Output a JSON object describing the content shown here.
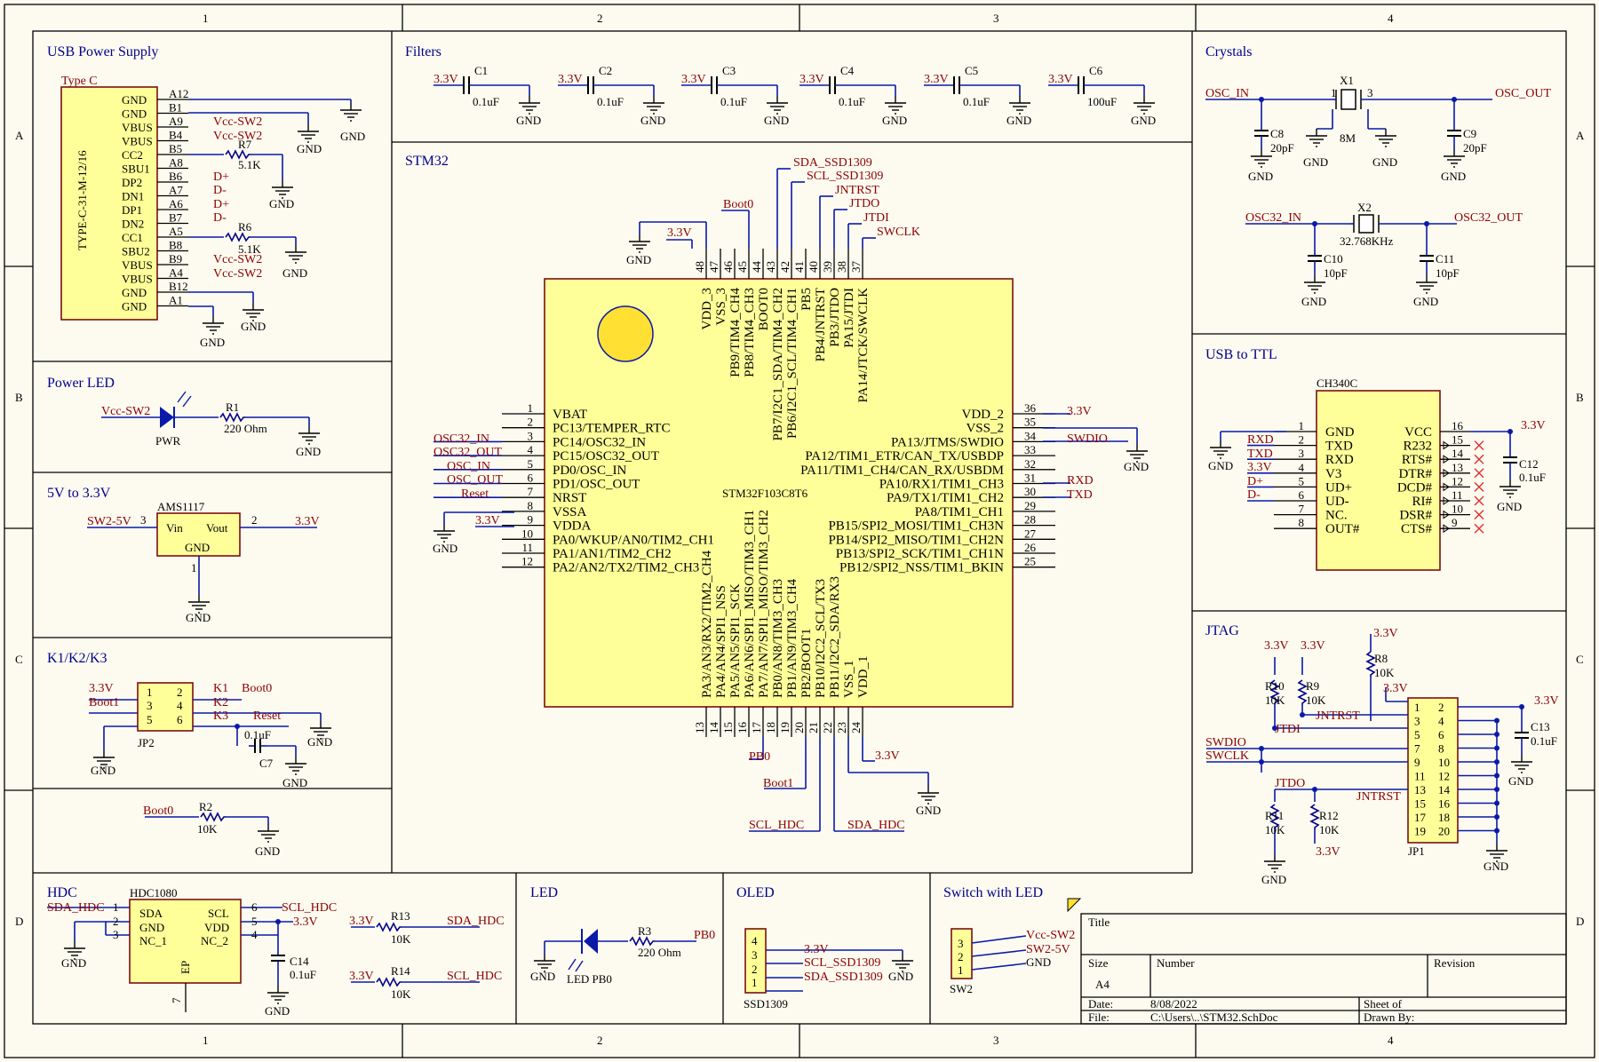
{
  "border": {
    "col_labels": [
      "1",
      "2",
      "3",
      "4"
    ],
    "row_labels": [
      "A",
      "B",
      "C",
      "D"
    ]
  },
  "sections": {
    "usb_power": "USB Power Supply",
    "filters": "Filters",
    "crystals": "Crystals",
    "stm32": "STM32",
    "power_led": "Power LED",
    "regulator": "5V to 3.3V",
    "usb_ttl": "USB to TTL",
    "keys": "K1/K2/K3",
    "jtag": "JTAG",
    "hdc": "HDC",
    "led": "LED",
    "oled": "OLED",
    "switch": "Switch with LED"
  },
  "nets": {
    "v33": "3.3V",
    "gnd": "GND",
    "vcc_sw2": "Vcc-SW2",
    "sw2_5v": "SW2-5V",
    "dp": "D+",
    "dn": "D-",
    "osc_in": "OSC_IN",
    "osc_out": "OSC_OUT",
    "osc32_in": "OSC32_IN",
    "osc32_out": "OSC32_OUT",
    "reset": "Reset",
    "boot0": "Boot0",
    "boot1": "Boot1",
    "sda_ssd": "SDA_SSD1309",
    "scl_ssd": "SCL_SSD1309",
    "jntrst": "JNTRST",
    "jtdo": "JTDO",
    "jtdi": "JTDI",
    "swclk": "SWCLK",
    "swdio": "SWDIO",
    "rxd": "RXD",
    "txd": "TXD",
    "pb0": "PB0",
    "sda_hdc": "SDA_HDC",
    "scl_hdc": "SCL_HDC",
    "k1": "K1",
    "k2": "K2",
    "k3": "K3"
  },
  "usb": {
    "type_label": "Type C",
    "part": "TYPE-C-31-M-12/16",
    "pin_names": [
      "GND",
      "GND",
      "VBUS",
      "VBUS",
      "CC2",
      "SBU1",
      "DP2",
      "DN1",
      "DP1",
      "DN2",
      "CC1",
      "SBU2",
      "VBUS",
      "VBUS",
      "GND",
      "GND"
    ],
    "pin_numbers": [
      "A12",
      "B1",
      "A9",
      "B4",
      "B5",
      "A8",
      "B6",
      "A7",
      "A6",
      "B7",
      "A5",
      "B8",
      "B9",
      "A4",
      "B12",
      "A1"
    ],
    "r7": {
      "ref": "R7",
      "value": "5.1K"
    },
    "r6": {
      "ref": "R6",
      "value": "5.1K"
    }
  },
  "filters": [
    {
      "ref": "C1",
      "value": "0.1uF"
    },
    {
      "ref": "C2",
      "value": "0.1uF"
    },
    {
      "ref": "C3",
      "value": "0.1uF"
    },
    {
      "ref": "C4",
      "value": "0.1uF"
    },
    {
      "ref": "C5",
      "value": "0.1uF"
    },
    {
      "ref": "C6",
      "value": "100uF"
    }
  ],
  "crystals": {
    "x1": {
      "ref": "X1",
      "value": "8M",
      "pin1": "1",
      "pin3": "3"
    },
    "c8": {
      "ref": "C8",
      "value": "20pF"
    },
    "c9": {
      "ref": "C9",
      "value": "20pF"
    },
    "x2": {
      "ref": "X2",
      "value": "32.768KHz"
    },
    "c10": {
      "ref": "C10",
      "value": "10pF"
    },
    "c11": {
      "ref": "C11",
      "value": "10pF"
    }
  },
  "mcu": {
    "part": "STM32F103C8T6",
    "left_pins": [
      {
        "num": "1",
        "name": "VBAT"
      },
      {
        "num": "2",
        "name": "PC13/TEMPER_RTC"
      },
      {
        "num": "3",
        "name": "PC14/OSC32_IN"
      },
      {
        "num": "4",
        "name": "PC15/OSC32_OUT"
      },
      {
        "num": "5",
        "name": "PD0/OSC_IN"
      },
      {
        "num": "6",
        "name": "PD1/OSC_OUT"
      },
      {
        "num": "7",
        "name": "NRST"
      },
      {
        "num": "8",
        "name": "VSSA"
      },
      {
        "num": "9",
        "name": "VDDA"
      },
      {
        "num": "10",
        "name": "PA0/WKUP/AN0/TIM2_CH1"
      },
      {
        "num": "11",
        "name": "PA1/AN1/TIM2_CH2"
      },
      {
        "num": "12",
        "name": "PA2/AN2/TX2/TIM2_CH3"
      }
    ],
    "right_pins": [
      {
        "num": "36",
        "name": "VDD_2"
      },
      {
        "num": "35",
        "name": "VSS_2"
      },
      {
        "num": "34",
        "name": "PA13/JTMS/SWDIO"
      },
      {
        "num": "33",
        "name": "PA12/TIM1_ETR/CAN_TX/USBDP"
      },
      {
        "num": "32",
        "name": "PA11/TIM1_CH4/CAN_RX/USBDM"
      },
      {
        "num": "31",
        "name": "PA10/RX1/TIM1_CH3"
      },
      {
        "num": "30",
        "name": "PA9/TX1/TIM1_CH2"
      },
      {
        "num": "29",
        "name": "PA8/TIM1_CH1"
      },
      {
        "num": "28",
        "name": "PB15/SPI2_MOSI/TIM1_CH3N"
      },
      {
        "num": "27",
        "name": "PB14/SPI2_MISO/TIM1_CH2N"
      },
      {
        "num": "26",
        "name": "PB13/SPI2_SCK/TIM1_CH1N"
      },
      {
        "num": "25",
        "name": "PB12/SPI2_NSS/TIM1_BKIN"
      }
    ],
    "top_pins": [
      {
        "num": "48",
        "name": "VDD_3"
      },
      {
        "num": "47",
        "name": "VSS_3"
      },
      {
        "num": "46",
        "name": "PB9/TIM4_CH4"
      },
      {
        "num": "45",
        "name": "PB8/TIM4_CH3"
      },
      {
        "num": "44",
        "name": "BOOT0"
      },
      {
        "num": "43",
        "name": "PB7/I2C1_SDA/TIM4_CH2"
      },
      {
        "num": "42",
        "name": "PB6/I2C1_SCL/TIM4_CH1"
      },
      {
        "num": "41",
        "name": "PB5"
      },
      {
        "num": "40",
        "name": "PB4/JNTRST"
      },
      {
        "num": "39",
        "name": "PB3/JTDO"
      },
      {
        "num": "38",
        "name": "PA15/JTDI"
      },
      {
        "num": "37",
        "name": "PA14/JTCK/SWCLK"
      }
    ],
    "bottom_pins": [
      {
        "num": "13",
        "name": "PA3/AN3/RX2/TIM2_CH4"
      },
      {
        "num": "14",
        "name": "PA4/AN4/SPI1_NSS"
      },
      {
        "num": "15",
        "name": "PA5/AN5/SPI1_SCK"
      },
      {
        "num": "16",
        "name": "PA6/AN6/SPI1_MISO/TIM3_CH1"
      },
      {
        "num": "17",
        "name": "PA7/AN7/SPI1_MISO/TIM3_CH2"
      },
      {
        "num": "18",
        "name": "PB0/AN8/TIM3_CH3"
      },
      {
        "num": "19",
        "name": "PB1/AN9/TIM3_CH4"
      },
      {
        "num": "20",
        "name": "PB2/BOOT1"
      },
      {
        "num": "21",
        "name": "PB10/I2C2_SCL/TX3"
      },
      {
        "num": "22",
        "name": "PB11/I2C2_SDA/RX3"
      },
      {
        "num": "23",
        "name": "VSS_1"
      },
      {
        "num": "24",
        "name": "VDD_1"
      }
    ]
  },
  "power_led": {
    "ref": "R1",
    "value": "220 Ohm",
    "led": "PWR"
  },
  "regulator": {
    "part": "AMS1117",
    "vin": "Vin",
    "vout": "Vout",
    "gnd": "GND",
    "pin1": "1",
    "pin2": "2",
    "pin3": "3"
  },
  "ch340": {
    "part": "CH340C",
    "left_pins": [
      {
        "num": "1",
        "name": "GND"
      },
      {
        "num": "2",
        "name": "TXD"
      },
      {
        "num": "3",
        "name": "RXD"
      },
      {
        "num": "4",
        "name": "V3"
      },
      {
        "num": "5",
        "name": "UD+"
      },
      {
        "num": "6",
        "name": "UD-"
      },
      {
        "num": "7",
        "name": "NC."
      },
      {
        "num": "8",
        "name": "OUT#"
      }
    ],
    "right_pins": [
      {
        "num": "16",
        "name": "VCC"
      },
      {
        "num": "15",
        "name": "R232"
      },
      {
        "num": "14",
        "name": "RTS#"
      },
      {
        "num": "13",
        "name": "DTR#"
      },
      {
        "num": "12",
        "name": "DCD#"
      },
      {
        "num": "11",
        "name": "RI#"
      },
      {
        "num": "10",
        "name": "DSR#"
      },
      {
        "num": "9",
        "name": "CTS#"
      }
    ],
    "c12": {
      "ref": "C12",
      "value": "0.1uF"
    }
  },
  "keys": {
    "header": "JP2",
    "pins": [
      "1",
      "2",
      "3",
      "4",
      "5",
      "6"
    ],
    "c7": {
      "ref": "C7",
      "value": "0.1uF"
    },
    "r2": {
      "ref": "R2",
      "value": "10K"
    }
  },
  "jtag": {
    "header": "JP1",
    "pins_left": [
      "1",
      "3",
      "5",
      "7",
      "9",
      "11",
      "13",
      "15",
      "17",
      "19"
    ],
    "pins_right": [
      "2",
      "4",
      "6",
      "8",
      "10",
      "12",
      "14",
      "16",
      "18",
      "20"
    ],
    "r8": {
      "ref": "R8",
      "value": "10K"
    },
    "r9": {
      "ref": "R9",
      "value": "10K"
    },
    "r10": {
      "ref": "R10",
      "value": "10K"
    },
    "r11": {
      "ref": "R11",
      "value": "10K"
    },
    "r12": {
      "ref": "R12",
      "value": "10K"
    },
    "c13": {
      "ref": "C13",
      "value": "0.1uF"
    }
  },
  "hdc": {
    "part": "HDC1080",
    "left_pins": [
      {
        "num": "1",
        "name": "SDA"
      },
      {
        "num": "2",
        "name": "GND"
      },
      {
        "num": "3",
        "name": "NC_1"
      }
    ],
    "right_pins": [
      {
        "num": "6",
        "name": "SCL"
      },
      {
        "num": "5",
        "name": "VDD"
      },
      {
        "num": "4",
        "name": "NC_2"
      }
    ],
    "ep": "EP",
    "ep_pin": "7",
    "c14": {
      "ref": "C14",
      "value": "0.1uF"
    },
    "r13": {
      "ref": "R13",
      "value": "10K"
    },
    "r14": {
      "ref": "R14",
      "value": "10K"
    }
  },
  "led": {
    "ref": "R3",
    "value": "220 Ohm",
    "label": "LED PB0"
  },
  "oled": {
    "part": "SSD1309",
    "pins": [
      "4",
      "3",
      "2",
      "1"
    ]
  },
  "switch": {
    "part": "SW2",
    "pins": [
      "3",
      "2",
      "1"
    ]
  },
  "title_block": {
    "title_label": "Title",
    "size_label": "Size",
    "size_value": "A4",
    "number_label": "Number",
    "revision_label": "Revision",
    "date_label": "Date:",
    "date_value": "8/08/2022",
    "file_label": "File:",
    "file_value": "C:\\Users\\..\\STM32.SchDoc",
    "sheet_label": "Sheet  of",
    "drawn_label": "Drawn By:"
  },
  "colors": {
    "background": "#fdfbf0",
    "wire": "#0a1aa8",
    "net_label": "#8b0000",
    "component_fill": "#ffff99",
    "component_border": "#7a1010",
    "title": "#00008b"
  }
}
